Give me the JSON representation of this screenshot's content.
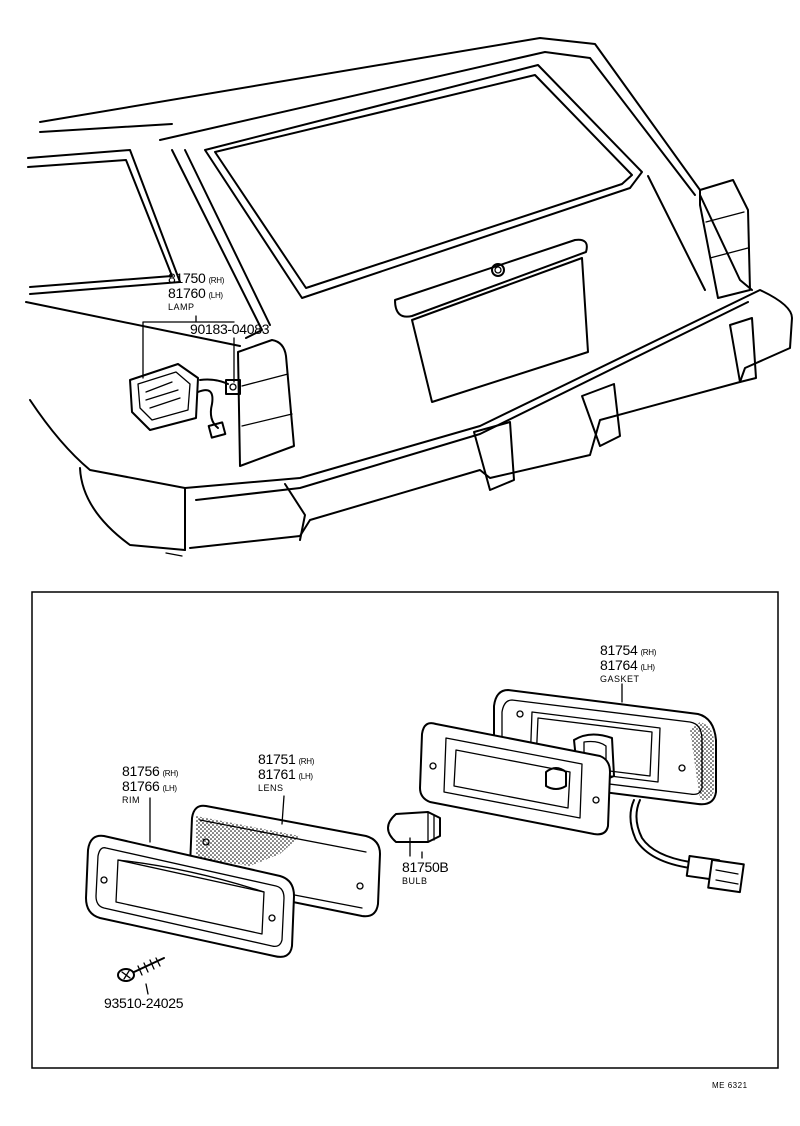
{
  "callouts": {
    "lamp": {
      "rh": "81750",
      "rh_suffix": "(RH)",
      "lh": "81760",
      "lh_suffix": "(LH)",
      "name": "LAMP"
    },
    "bolt": {
      "code": "90183-04083"
    },
    "gasket": {
      "rh": "81754",
      "rh_suffix": "(RH)",
      "lh": "81764",
      "lh_suffix": "(LH)",
      "name": "GASKET"
    },
    "lens": {
      "rh": "81751",
      "rh_suffix": "(RH)",
      "lh": "81761",
      "lh_suffix": "(LH)",
      "name": "LENS"
    },
    "rim": {
      "rh": "81756",
      "rh_suffix": "(RH)",
      "lh": "81766",
      "lh_suffix": "(LH)",
      "name": "RIM"
    },
    "bulb": {
      "code": "81750B",
      "name": "BULB"
    },
    "screw": {
      "code": "93510-24025"
    }
  },
  "figure_code": "ME 6321"
}
